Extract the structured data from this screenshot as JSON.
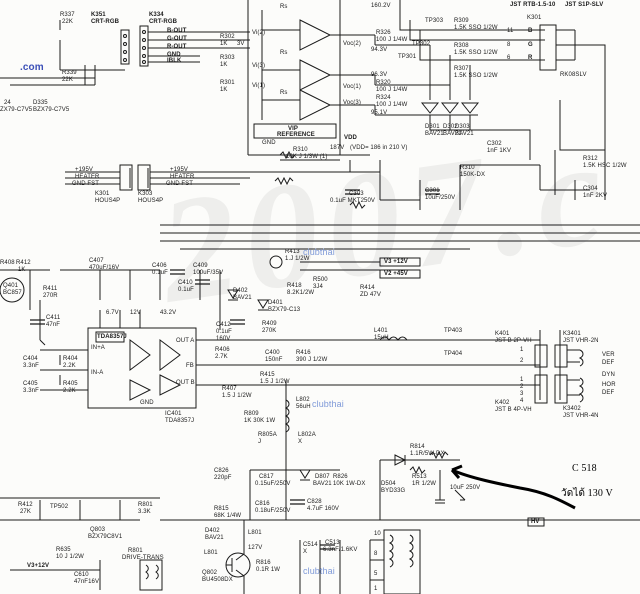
{
  "watermark": {
    "large": "2007.c",
    "site": "clubthai",
    "corner": ".com"
  },
  "labels": [
    {
      "id": "r337",
      "t": "R337"
    },
    {
      "id": "r337v",
      "t": "22K"
    },
    {
      "id": "k351",
      "t": "K351"
    },
    {
      "id": "k351n",
      "t": "CRT-RGB"
    },
    {
      "id": "k354",
      "t": "K334"
    },
    {
      "id": "k354n",
      "t": "CRT-RGB"
    },
    {
      "id": "bout",
      "t": "B-OUT"
    },
    {
      "id": "gout",
      "t": "G-OUT"
    },
    {
      "id": "rout",
      "t": "R-OUT"
    },
    {
      "id": "gnd1",
      "t": "GND"
    },
    {
      "id": "iblk",
      "t": "IBLK"
    },
    {
      "id": "r339",
      "t": "R339"
    },
    {
      "id": "r339v",
      "t": "22K"
    },
    {
      "id": "d24",
      "t": "24"
    },
    {
      "id": "d335",
      "t": "D335"
    },
    {
      "id": "d24v",
      "t": "ZX79-C7V5"
    },
    {
      "id": "d335v",
      "t": "BZX79-C7V5"
    },
    {
      "id": "r302",
      "t": "R302"
    },
    {
      "id": "r302v",
      "t": "1K"
    },
    {
      "id": "v3v",
      "t": "3V"
    },
    {
      "id": "r303",
      "t": "R303"
    },
    {
      "id": "r303v",
      "t": "1K"
    },
    {
      "id": "r301",
      "t": "R301"
    },
    {
      "id": "r301v",
      "t": "1K"
    },
    {
      "id": "vg2",
      "t": "Vi(2)"
    },
    {
      "id": "vg1",
      "t": "Vi(3)"
    },
    {
      "id": "vg3",
      "t": "Vi(1)"
    },
    {
      "id": "rs1",
      "t": "Rs"
    },
    {
      "id": "rs2",
      "t": "Rs"
    },
    {
      "id": "rs3",
      "t": "Rs"
    },
    {
      "id": "vip",
      "t": "VIP"
    },
    {
      "id": "vipr",
      "t": "REFERENCE"
    },
    {
      "id": "gndi",
      "t": "GND"
    },
    {
      "id": "vdd",
      "t": "VDD"
    },
    {
      "id": "v100",
      "t": "160.2V"
    },
    {
      "id": "r326",
      "t": "R326"
    },
    {
      "id": "r326v",
      "t": "100 J 1/4W"
    },
    {
      "id": "vo2",
      "t": "Voc(2)"
    },
    {
      "id": "vo1",
      "t": "Voc(1)"
    },
    {
      "id": "vo3",
      "t": "Voc(3)"
    },
    {
      "id": "v94",
      "t": "94.3V"
    },
    {
      "id": "v96",
      "t": "96.3V"
    },
    {
      "id": "v95",
      "t": "95.1V"
    },
    {
      "id": "r320",
      "t": "R320"
    },
    {
      "id": "r320v",
      "t": "100 J 1/4W"
    },
    {
      "id": "r324",
      "t": "R324"
    },
    {
      "id": "r324v",
      "t": "100 J 1/4W"
    },
    {
      "id": "tp303",
      "t": "TP303"
    },
    {
      "id": "tp302",
      "t": "TP302"
    },
    {
      "id": "tp301",
      "t": "TP301"
    },
    {
      "id": "r309",
      "t": "R309"
    },
    {
      "id": "r309v",
      "t": "1.5K SSO 1/2W"
    },
    {
      "id": "r308",
      "t": "R308"
    },
    {
      "id": "r308v",
      "t": "1.5K SSO 1/2W"
    },
    {
      "id": "r307",
      "t": "R307"
    },
    {
      "id": "r307v",
      "t": "1.5K SSO 1/2W"
    },
    {
      "id": "jst1",
      "t": "JST RTB-1.5-10"
    },
    {
      "id": "jst2",
      "t": "JST S1P-SLV"
    },
    {
      "id": "k301",
      "t": "K301"
    },
    {
      "id": "k301v",
      "t": "RK08SLV"
    },
    {
      "id": "p11",
      "t": "11"
    },
    {
      "id": "p8",
      "t": "8"
    },
    {
      "id": "p6",
      "t": "6"
    },
    {
      "id": "b1",
      "t": "B"
    },
    {
      "id": "g1",
      "t": "G"
    },
    {
      "id": "r1",
      "t": "R"
    },
    {
      "id": "d301",
      "t": "D301"
    },
    {
      "id": "d301v",
      "t": "BAV21"
    },
    {
      "id": "d302",
      "t": "D302"
    },
    {
      "id": "d302v",
      "t": "BAV21"
    },
    {
      "id": "d303",
      "t": "D303"
    },
    {
      "id": "d303v",
      "t": "BAV21"
    },
    {
      "id": "c302",
      "t": "C302"
    },
    {
      "id": "c302v",
      "t": "1nF 1KV"
    },
    {
      "id": "r312",
      "t": "R312"
    },
    {
      "id": "r312v",
      "t": "1.5K HSC 1/2W"
    },
    {
      "id": "r316",
      "t": "R310"
    },
    {
      "id": "r316v",
      "t": "10K J 1/3W (1)"
    },
    {
      "id": "vdd2",
      "t": "(VDD= 186 in 210 V)"
    },
    {
      "id": "v187",
      "t": "187V"
    },
    {
      "id": "c303",
      "t": "C303"
    },
    {
      "id": "c303v",
      "t": "0.1uF MKT250V"
    },
    {
      "id": "c301",
      "t": "C301"
    },
    {
      "id": "c301v",
      "t": "10uF/250V"
    },
    {
      "id": "c304",
      "t": "C304"
    },
    {
      "id": "c304v",
      "t": "1nF 2KV"
    },
    {
      "id": "r310",
      "t": "R310"
    },
    {
      "id": "r310v",
      "t": "150K-DX"
    },
    {
      "id": "h195",
      "t": "+195V"
    },
    {
      "id": "hht",
      "t": "HEATER"
    },
    {
      "id": "hgf",
      "t": "GND FST"
    },
    {
      "id": "k301b",
      "t": "K301"
    },
    {
      "id": "k301bv",
      "t": "HOUS4P"
    },
    {
      "id": "h195b",
      "t": "+195V"
    },
    {
      "id": "hhtb",
      "t": "HEATER"
    },
    {
      "id": "hgfb",
      "t": "GND FST"
    },
    {
      "id": "k303",
      "t": "K303"
    },
    {
      "id": "k303v",
      "t": "HOUS4P"
    },
    {
      "id": "r408",
      "t": "R408"
    },
    {
      "id": "r412",
      "t": "R412"
    },
    {
      "id": "r412v",
      "t": "1K"
    },
    {
      "id": "c407",
      "t": "C407"
    },
    {
      "id": "c407v",
      "t": "470uF/16V"
    },
    {
      "id": "c406",
      "t": "C406"
    },
    {
      "id": "c406v",
      "t": "0.1uF"
    },
    {
      "id": "r413",
      "t": "R413"
    },
    {
      "id": "r413v",
      "t": "1.J 1/2W"
    },
    {
      "id": "v3",
      "t": "V3 +12V"
    },
    {
      "id": "v2",
      "t": "V2 +45V"
    },
    {
      "id": "c409",
      "t": "C409"
    },
    {
      "id": "c409v",
      "t": "100uF/35V"
    },
    {
      "id": "c410",
      "t": "C410"
    },
    {
      "id": "c410v",
      "t": "0.1uF"
    },
    {
      "id": "q401",
      "t": "Q401"
    },
    {
      "id": "q401v",
      "t": "BC857"
    },
    {
      "id": "r411",
      "t": "R411"
    },
    {
      "id": "r411v",
      "t": "270R"
    },
    {
      "id": "c411",
      "t": "C411"
    },
    {
      "id": "c411v",
      "t": "47nF"
    },
    {
      "id": "d402",
      "t": "D402"
    },
    {
      "id": "d402v",
      "t": "BAV21"
    },
    {
      "id": "r418",
      "t": "R418"
    },
    {
      "id": "r418v",
      "t": "8.2K1/2W"
    },
    {
      "id": "r500",
      "t": "R500"
    },
    {
      "id": "r500v",
      "t": "3J4"
    },
    {
      "id": "r414",
      "t": "R414"
    },
    {
      "id": "r414v",
      "t": "ZD 47V"
    },
    {
      "id": "d401",
      "t": "D401"
    },
    {
      "id": "d401v",
      "t": "BZX79-C13"
    },
    {
      "id": "r409",
      "t": "R409"
    },
    {
      "id": "r409v",
      "t": "270K"
    },
    {
      "id": "v12",
      "t": "12V"
    },
    {
      "id": "v67",
      "t": "6.7V"
    },
    {
      "id": "v432",
      "t": "43.2V"
    },
    {
      "id": "tda",
      "t": "TDA8357J"
    },
    {
      "id": "ic401",
      "t": "IC401"
    },
    {
      "id": "ic401v",
      "t": "TDA8357J"
    },
    {
      "id": "c404",
      "t": "C404"
    },
    {
      "id": "c404v",
      "t": "3.3nF"
    },
    {
      "id": "r404",
      "t": "R404"
    },
    {
      "id": "r404v",
      "t": "2.2K"
    },
    {
      "id": "c405",
      "t": "C405"
    },
    {
      "id": "c405v",
      "t": "3.3nF"
    },
    {
      "id": "r405",
      "t": "R405"
    },
    {
      "id": "r405v",
      "t": "2.2K"
    },
    {
      "id": "c412",
      "t": "C412"
    },
    {
      "id": "c412v",
      "t": "0.1uF"
    },
    {
      "id": "c412w",
      "t": "160V"
    },
    {
      "id": "r406",
      "t": "R406"
    },
    {
      "id": "r406v",
      "t": "2.7K"
    },
    {
      "id": "r407",
      "t": "R407"
    },
    {
      "id": "r407v",
      "t": "1.5 J 1/2W"
    },
    {
      "id": "c400",
      "t": "C400"
    },
    {
      "id": "c400v",
      "t": "150nF"
    },
    {
      "id": "r416",
      "t": "R416"
    },
    {
      "id": "r416v",
      "t": "390 J 1/2W"
    },
    {
      "id": "r415",
      "t": "R415"
    },
    {
      "id": "r415v",
      "t": "1.5 J 1/2W"
    },
    {
      "id": "l401",
      "t": "L401"
    },
    {
      "id": "l401v",
      "t": "15uH"
    },
    {
      "id": "tp403",
      "t": "TP403"
    },
    {
      "id": "tp404",
      "t": "TP404"
    },
    {
      "id": "k401",
      "t": "K401"
    },
    {
      "id": "k401v",
      "t": "JST B 2P-VH"
    },
    {
      "id": "k402",
      "t": "K402"
    },
    {
      "id": "k402v",
      "t": "JST B 4P-VH"
    },
    {
      "id": "k3401",
      "t": "K3401"
    },
    {
      "id": "k3401v",
      "t": "JST VHR-2N"
    },
    {
      "id": "k3402",
      "t": "K3402"
    },
    {
      "id": "k3402v",
      "t": "JST VHR-4N"
    },
    {
      "id": "ver",
      "t": "VER"
    },
    {
      "id": "def",
      "t": "DEF"
    },
    {
      "id": "dyn",
      "t": "DYN"
    },
    {
      "id": "hor",
      "t": "HOR"
    },
    {
      "id": "def2",
      "t": "DEF"
    },
    {
      "id": "l802",
      "t": "L802"
    },
    {
      "id": "l802v",
      "t": "56uH"
    },
    {
      "id": "r809",
      "t": "R809"
    },
    {
      "id": "r809v",
      "t": "1K 30K 1W"
    },
    {
      "id": "r805",
      "t": "R805A"
    },
    {
      "id": "r805v",
      "t": "J"
    },
    {
      "id": "l802a",
      "t": "L802A"
    },
    {
      "id": "l802av",
      "t": "X"
    },
    {
      "id": "c826",
      "t": "C826"
    },
    {
      "id": "c826v",
      "t": "220pF"
    },
    {
      "id": "c817",
      "t": "C817"
    },
    {
      "id": "c817v",
      "t": "0.15uF/250V"
    },
    {
      "id": "d807",
      "t": "D807"
    },
    {
      "id": "d807v",
      "t": "BAV21"
    },
    {
      "id": "r826",
      "t": "R826"
    },
    {
      "id": "r826v",
      "t": "10K 1W-DX"
    },
    {
      "id": "c828",
      "t": "C828"
    },
    {
      "id": "c828v",
      "t": "4.7uF 160V"
    },
    {
      "id": "c816",
      "t": "C816"
    },
    {
      "id": "c816v",
      "t": "0.18uF/250V"
    },
    {
      "id": "r815",
      "t": "R815"
    },
    {
      "id": "r815v",
      "t": "68K 1/4W"
    },
    {
      "id": "d402b",
      "t": "D402"
    },
    {
      "id": "d402bv",
      "t": "BAV21"
    },
    {
      "id": "l801",
      "t": "L801"
    },
    {
      "id": "l801v",
      "t": "127V"
    },
    {
      "id": "c514",
      "t": "C514"
    },
    {
      "id": "c514v",
      "t": "X"
    },
    {
      "id": "c513",
      "t": "C513"
    },
    {
      "id": "c513v",
      "t": "6.3nF/1.6KV"
    },
    {
      "id": "r814",
      "t": "R814"
    },
    {
      "id": "r814v",
      "t": "1.1R/5W-DX"
    },
    {
      "id": "d504",
      "t": "D504"
    },
    {
      "id": "d504v",
      "t": "BYD33G"
    },
    {
      "id": "r513",
      "t": "R513"
    },
    {
      "id": "r513v",
      "t": "1R 1/2W"
    },
    {
      "id": "c518s",
      "t": "10uF 250V"
    },
    {
      "id": "r412b",
      "t": "R412"
    },
    {
      "id": "r412bv",
      "t": "27K"
    },
    {
      "id": "tp502",
      "t": "TP502"
    },
    {
      "id": "r801",
      "t": "R801"
    },
    {
      "id": "r801v",
      "t": "3.3K"
    },
    {
      "id": "q803",
      "t": "Q803"
    },
    {
      "id": "q803v",
      "t": "BZX79C8V1"
    },
    {
      "id": "r635",
      "t": "R635"
    },
    {
      "id": "r635v",
      "t": "10 J 1/2W"
    },
    {
      "id": "v3b",
      "t": "V3+12V"
    },
    {
      "id": "c610",
      "t": "C610"
    },
    {
      "id": "c610v",
      "t": "47nF16V"
    },
    {
      "id": "r801b",
      "t": "R801"
    },
    {
      "id": "r801bv",
      "t": "DRIVE-TRANS"
    },
    {
      "id": "l801b",
      "t": "L801"
    },
    {
      "id": "q802",
      "t": "Q802"
    },
    {
      "id": "q802v",
      "t": "BU4508DX"
    },
    {
      "id": "r816",
      "t": "R816"
    },
    {
      "id": "r816v",
      "t": "0.1R 1W"
    },
    {
      "id": "t10",
      "t": "10"
    },
    {
      "id": "t8",
      "t": "8"
    },
    {
      "id": "t5",
      "t": "5"
    },
    {
      "id": "t1",
      "t": "1"
    },
    {
      "id": "hv",
      "t": "HV"
    },
    {
      "id": "p1a",
      "t": "1"
    },
    {
      "id": "p2a",
      "t": "2"
    },
    {
      "id": "p1b",
      "t": "1"
    },
    {
      "id": "p2b",
      "t": "2"
    },
    {
      "id": "p3b",
      "t": "3"
    },
    {
      "id": "p4b",
      "t": "4"
    },
    {
      "id": "ic1",
      "t": "IN+A"
    },
    {
      "id": "ic2",
      "t": "IN-A"
    },
    {
      "id": "ic3",
      "t": "OUT A"
    },
    {
      "id": "ic4",
      "t": "OUT B"
    },
    {
      "id": "ic5",
      "t": "GND"
    },
    {
      "id": "ic6",
      "t": "FB"
    }
  ],
  "annotation": {
    "part": "C 518",
    "note": "วัดได้ 130 V"
  }
}
